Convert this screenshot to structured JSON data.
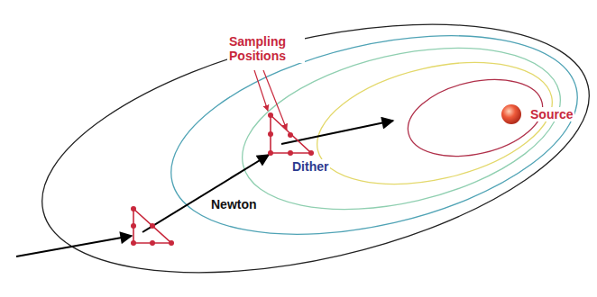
{
  "diagram": {
    "labels": [
      "Sampling Positions",
      "Source",
      "Dither",
      "Newton"
    ]
  }
}
